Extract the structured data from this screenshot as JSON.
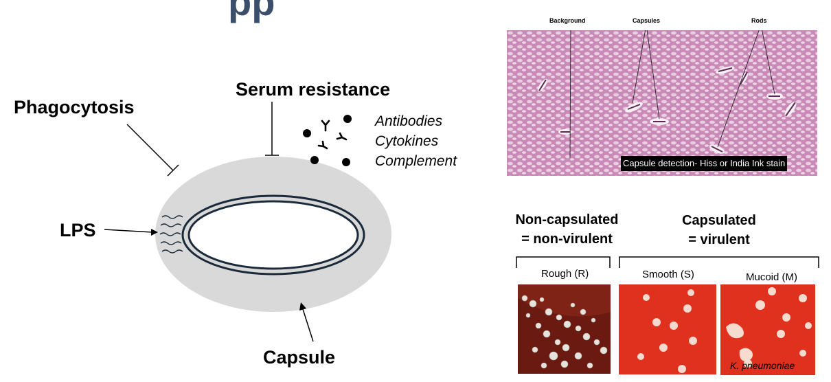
{
  "title_fragment": "pp",
  "diagram": {
    "serum_resistance": "Serum resistance",
    "phagocytosis": "Phagocytosis",
    "lps": "LPS",
    "capsule": "Capsule",
    "molecules": [
      "Antibodies",
      "Cytokines",
      "Complement"
    ]
  },
  "micrograph": {
    "labels": {
      "background": "Background",
      "capsules": "Capsules",
      "rods": "Rods"
    },
    "caption": "Capsule detection- Hiss or India Ink stain"
  },
  "colonies": {
    "non_capsulated": {
      "line1": "Non-capsulated",
      "line2": "= non-virulent"
    },
    "capsulated": {
      "line1": "Capsulated",
      "line2": "= virulent"
    },
    "plates": [
      {
        "label": "Rough (R)"
      },
      {
        "label": "Smooth (S)"
      },
      {
        "label": "Mucoid (M)"
      }
    ],
    "species": "K. pneumoniae"
  },
  "colors": {
    "title": "#3b4f6b",
    "capsule_fill": "#d9d9d9",
    "cell_stroke": "#1a2a3a",
    "micrograph_bg": "#c98ab8",
    "plate_red": "#e0301e",
    "plate_dark": "#6a1a10"
  }
}
